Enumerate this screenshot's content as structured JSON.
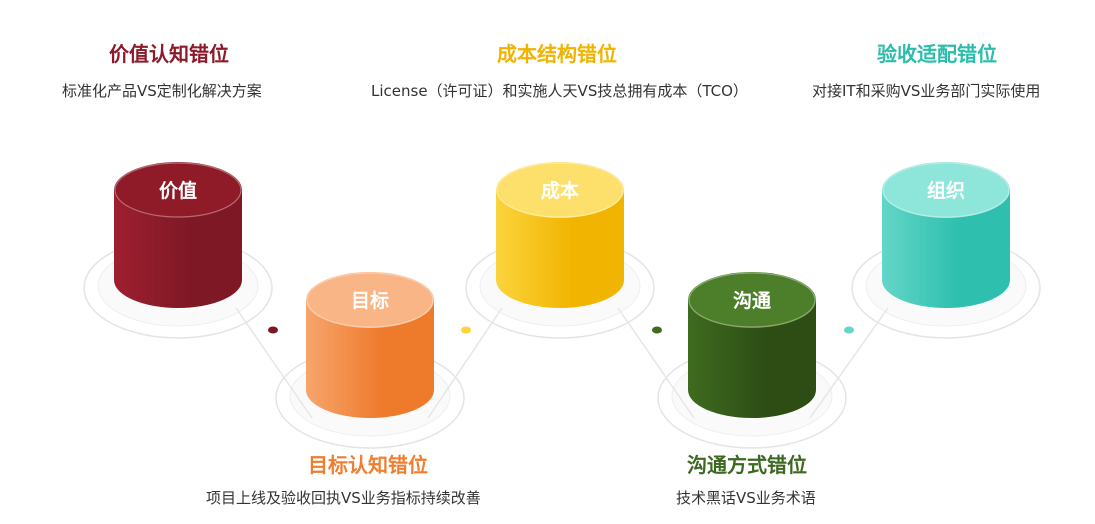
{
  "colors": {
    "value_dark": "#7e1824",
    "value_mid": "#9e1f30",
    "value_top": "#8f1b29",
    "target_dark": "#ee7a2c",
    "target_mid": "#f7a56c",
    "target_top": "#f9b585",
    "cost_dark": "#f1b400",
    "cost_mid": "#fbd43c",
    "cost_top": "#fde06b",
    "comm_dark": "#2d4d15",
    "comm_mid": "#3f6b1f",
    "comm_top": "#4d7e29",
    "org_dark": "#2ebfae",
    "org_mid": "#63d6c8",
    "org_top": "#8ee5da",
    "ring": "#e4e4e4"
  },
  "sections": {
    "value": {
      "title": "价值认知错位",
      "desc": "标准化产品VS定制化解决方案",
      "cylinder": "价值",
      "title_color": "#8b1a2b"
    },
    "cost": {
      "title": "成本结构错位",
      "desc": "License（许可证）和实施人天VS技总拥有成本（TCO）",
      "cylinder": "成本",
      "title_color": "#f0b400"
    },
    "org": {
      "title": "验收适配错位",
      "desc": "对接IT和采购VS业务部门实际使用",
      "cylinder": "组织",
      "title_color": "#2bbcab"
    },
    "target": {
      "title": "目标认知错位",
      "desc": "项目上线及验收回执VS业务指标持续改善",
      "cylinder": "目标",
      "title_color": "#ef7e2f"
    },
    "comm": {
      "title": "沟通方式错位",
      "desc": "技术黑话VS业务术语",
      "cylinder": "沟通",
      "title_color": "#3c6820"
    }
  }
}
